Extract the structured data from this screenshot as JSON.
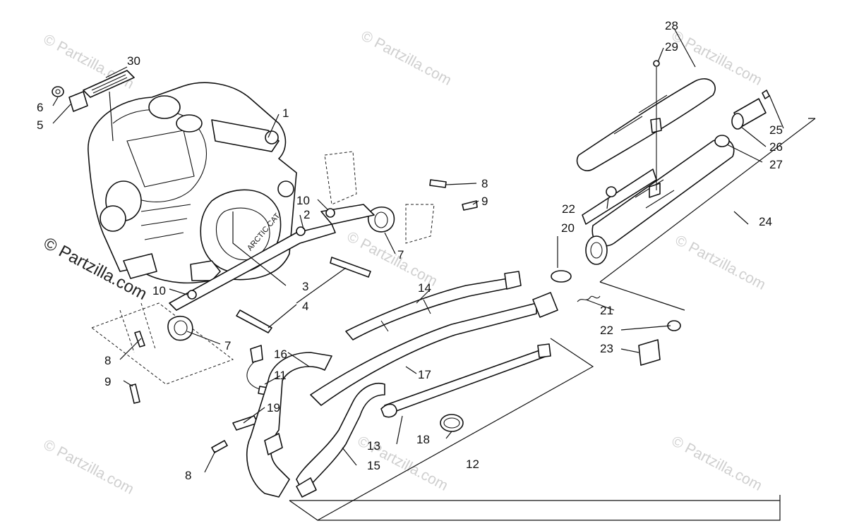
{
  "watermark": {
    "text": "© Partzilla.com",
    "prominent_text": "© Partzilla.com"
  },
  "callouts": {
    "c1": "1",
    "c2": "2",
    "c3": "3",
    "c4": "4",
    "c5": "5",
    "c6": "6",
    "c7a": "7",
    "c7b": "7",
    "c8a": "8",
    "c8b": "8",
    "c8c": "8",
    "c9a": "9",
    "c9b": "9",
    "c10a": "10",
    "c10b": "10",
    "c11": "11",
    "c12": "12",
    "c13": "13",
    "c14": "14",
    "c15": "15",
    "c16": "16",
    "c17": "17",
    "c18": "18",
    "c19": "19",
    "c20": "20",
    "c21": "21",
    "c22a": "22",
    "c22b": "22",
    "c23": "23",
    "c24": "24",
    "c25": "25",
    "c26": "26",
    "c27": "27",
    "c28": "28",
    "c29": "29",
    "c30": "30"
  },
  "engine_case_text": "ARCTIC CAT"
}
